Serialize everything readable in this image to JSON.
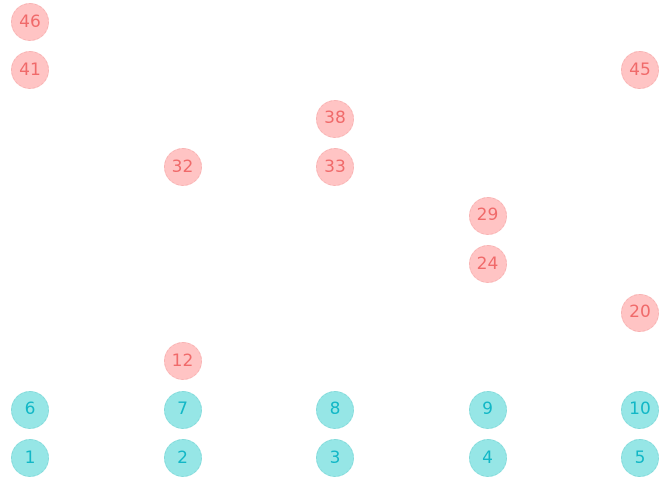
{
  "colors": {
    "red_fill": "#ffc4c4",
    "red_text": "#f06a6a",
    "teal_fill": "#96e6e6",
    "teal_text": "#12b7c6",
    "background": "#ffffff"
  },
  "board": {
    "columns": 5,
    "rows": 10,
    "tokens": [
      {
        "label": "46",
        "team": "red",
        "col": 1,
        "row": 10
      },
      {
        "label": "41",
        "team": "red",
        "col": 1,
        "row": 9
      },
      {
        "label": "45",
        "team": "red",
        "col": 5,
        "row": 9
      },
      {
        "label": "38",
        "team": "red",
        "col": 3,
        "row": 8
      },
      {
        "label": "32",
        "team": "red",
        "col": 2,
        "row": 7
      },
      {
        "label": "33",
        "team": "red",
        "col": 3,
        "row": 7
      },
      {
        "label": "29",
        "team": "red",
        "col": 4,
        "row": 6
      },
      {
        "label": "24",
        "team": "red",
        "col": 4,
        "row": 5
      },
      {
        "label": "20",
        "team": "red",
        "col": 5,
        "row": 4
      },
      {
        "label": "12",
        "team": "red",
        "col": 2,
        "row": 3
      },
      {
        "label": "6",
        "team": "teal",
        "col": 1,
        "row": 2
      },
      {
        "label": "7",
        "team": "teal",
        "col": 2,
        "row": 2
      },
      {
        "label": "8",
        "team": "teal",
        "col": 3,
        "row": 2
      },
      {
        "label": "9",
        "team": "teal",
        "col": 4,
        "row": 2
      },
      {
        "label": "10",
        "team": "teal",
        "col": 5,
        "row": 2
      },
      {
        "label": "1",
        "team": "teal",
        "col": 1,
        "row": 1
      },
      {
        "label": "2",
        "team": "teal",
        "col": 2,
        "row": 1
      },
      {
        "label": "3",
        "team": "teal",
        "col": 3,
        "row": 1
      },
      {
        "label": "4",
        "team": "teal",
        "col": 4,
        "row": 1
      },
      {
        "label": "5",
        "team": "teal",
        "col": 5,
        "row": 1
      }
    ]
  }
}
